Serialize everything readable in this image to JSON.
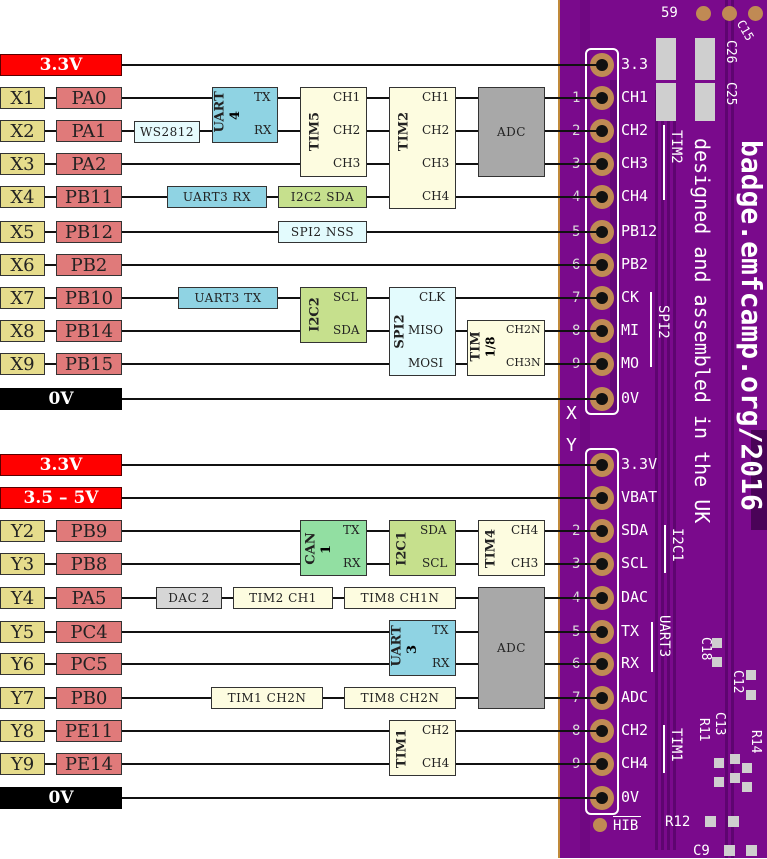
{
  "header_x": {
    "power_3v3": "3.3V",
    "gnd": "0V",
    "rows": [
      {
        "x": "X1",
        "pin": "PA0"
      },
      {
        "x": "X2",
        "pin": "PA1"
      },
      {
        "x": "X3",
        "pin": "PA2"
      },
      {
        "x": "X4",
        "pin": "PB11"
      },
      {
        "x": "X5",
        "pin": "PB12"
      },
      {
        "x": "X6",
        "pin": "PB2"
      },
      {
        "x": "X7",
        "pin": "PB10"
      },
      {
        "x": "X8",
        "pin": "PB14"
      },
      {
        "x": "X9",
        "pin": "PB15"
      }
    ]
  },
  "header_y": {
    "power_3v3": "3.3V",
    "power_vbat": "3.5 – 5V",
    "gnd": "0V",
    "rows": [
      {
        "x": "Y2",
        "pin": "PB9"
      },
      {
        "x": "Y3",
        "pin": "PB8"
      },
      {
        "x": "Y4",
        "pin": "PA5"
      },
      {
        "x": "Y5",
        "pin": "PC4"
      },
      {
        "x": "Y6",
        "pin": "PC5"
      },
      {
        "x": "Y7",
        "pin": "PB0"
      },
      {
        "x": "Y8",
        "pin": "PE11"
      },
      {
        "x": "Y9",
        "pin": "PE14"
      }
    ]
  },
  "blocks_x": {
    "uart4": {
      "title": "UART",
      "sub": "4",
      "tx": "TX",
      "rx": "RX"
    },
    "ws2812": "WS2812",
    "tim5": {
      "title": "TIM5",
      "ch1": "CH1",
      "ch2": "CH2",
      "ch3": "CH3"
    },
    "tim2": {
      "title": "TIM2",
      "ch1": "CH1",
      "ch2": "CH2",
      "ch3": "CH3",
      "ch4": "CH4"
    },
    "adc": "ADC",
    "uart3_rx": "UART3 RX",
    "i2c2_sda": "I2C2 SDA",
    "spi2_nss": "SPI2 NSS",
    "uart3_tx": "UART3 TX",
    "i2c2": {
      "title": "I2C2",
      "scl": "SCL",
      "sda": "SDA"
    },
    "spi2": {
      "title": "SPI2",
      "clk": "CLK",
      "miso": "MISO",
      "mosi": "MOSI"
    },
    "tim18": {
      "title": "TIM",
      "sub": "1/8",
      "ch2n": "CH2N",
      "ch3n": "CH3N"
    }
  },
  "blocks_y": {
    "can1": {
      "title": "CAN",
      "sub": "1",
      "tx": "TX",
      "rx": "RX"
    },
    "i2c1": {
      "title": "I2C1",
      "sda": "SDA",
      "scl": "SCL"
    },
    "tim4": {
      "title": "TIM4",
      "ch4": "CH4",
      "ch3": "CH3"
    },
    "dac2": "DAC 2",
    "tim2_ch1": "TIM2 CH1",
    "tim8_ch1n": "TIM8 CH1N",
    "adc": "ADC",
    "uart3": {
      "title": "UART",
      "sub": "3",
      "tx": "TX",
      "rx": "RX"
    },
    "tim1_ch2n": "TIM1 CH2N",
    "tim8_ch2n": "TIM8 CH2N",
    "tim1": {
      "title": "TIM1",
      "ch2": "CH2",
      "ch4": "CH4"
    }
  },
  "pcb": {
    "url_text": "badge.emfcamp.org/2016",
    "made_text": "designed and assembled in the UK",
    "x_marker": "X",
    "y_marker": "Y",
    "top_label": "59",
    "hib_label": "HIB",
    "x_pins": [
      {
        "num": "",
        "label": "3.3"
      },
      {
        "num": "1",
        "label": "CH1"
      },
      {
        "num": "2",
        "label": "CH2"
      },
      {
        "num": "3",
        "label": "CH3"
      },
      {
        "num": "4",
        "label": "CH4"
      },
      {
        "num": "5",
        "label": "PB12"
      },
      {
        "num": "6",
        "label": "PB2"
      },
      {
        "num": "7",
        "label": "CK"
      },
      {
        "num": "8",
        "label": "MI"
      },
      {
        "num": "9",
        "label": "MO"
      },
      {
        "num": "",
        "label": "0V"
      }
    ],
    "y_pins": [
      {
        "num": "",
        "label": "3.3V"
      },
      {
        "num": "",
        "label": "VBAT"
      },
      {
        "num": "2",
        "label": "SDA"
      },
      {
        "num": "3",
        "label": "SCL"
      },
      {
        "num": "4",
        "label": "DAC"
      },
      {
        "num": "5",
        "label": "TX"
      },
      {
        "num": "6",
        "label": "RX"
      },
      {
        "num": "7",
        "label": "ADC"
      },
      {
        "num": "8",
        "label": "CH2"
      },
      {
        "num": "9",
        "label": "CH4"
      },
      {
        "num": "",
        "label": "0V"
      }
    ],
    "group_labels": {
      "tim2": "TIM2",
      "spi2": "SPI2",
      "i2c1": "I2C1",
      "uart3": "UART3",
      "tim1": "TIM1"
    },
    "components": [
      "C15",
      "C26",
      "C25",
      "C18",
      "C12",
      "C13",
      "R11",
      "R14",
      "R12",
      "C9"
    ]
  },
  "colors": {
    "power": "#ff0000",
    "ground": "#000000",
    "x_label": "#e6dc8c",
    "pin_label": "#e07a7a",
    "uart": "#8fd3e3",
    "timer": "#fdfce0",
    "adc": "#a8a8a8",
    "i2c": "#c6e08d",
    "spi": "#e3fbfd",
    "can": "#92dfa2",
    "dac": "#d6d6d6",
    "pcb": "#7a0a8c"
  }
}
